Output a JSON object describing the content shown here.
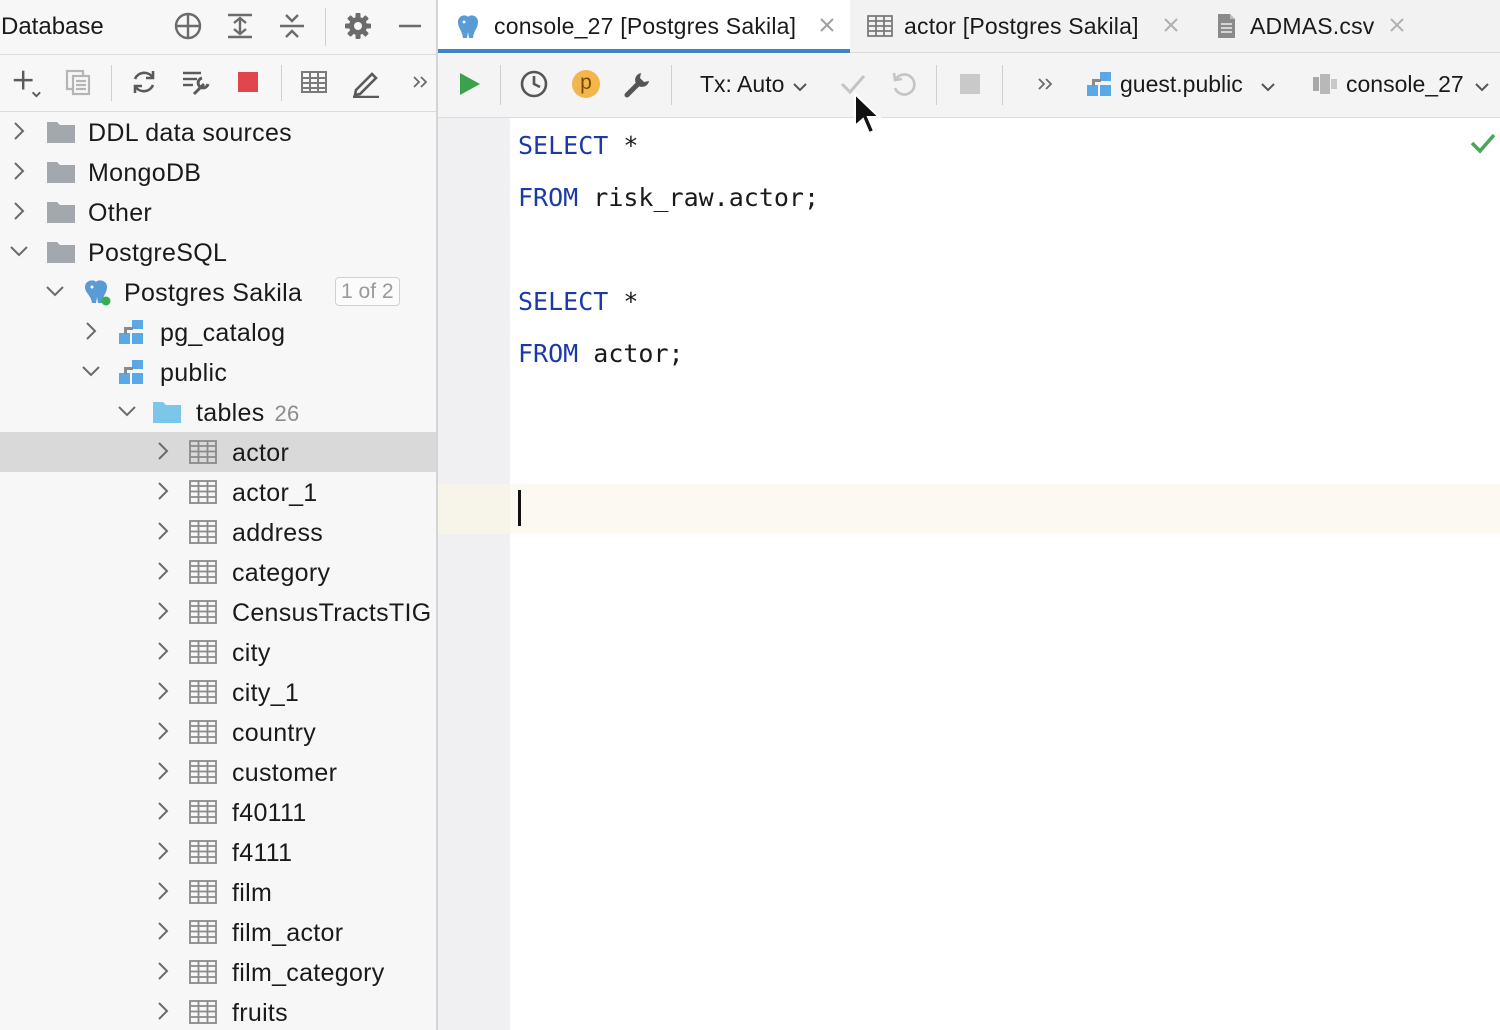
{
  "panel": {
    "title": "Database"
  },
  "tree": {
    "items": [
      {
        "label": "DDL data sources",
        "expanded": false
      },
      {
        "label": "MongoDB",
        "expanded": false
      },
      {
        "label": "Other",
        "expanded": false
      },
      {
        "label": "PostgreSQL",
        "expanded": true
      },
      {
        "label": "Postgres Sakila",
        "badge": "1 of 2",
        "expanded": true
      },
      {
        "label": "pg_catalog",
        "expanded": false
      },
      {
        "label": "public",
        "expanded": true
      },
      {
        "label": "tables",
        "count": "26",
        "expanded": true
      },
      {
        "label": "actor",
        "selected": true
      },
      {
        "label": "actor_1"
      },
      {
        "label": "address"
      },
      {
        "label": "category"
      },
      {
        "label": "CensusTractsTIG"
      },
      {
        "label": "city"
      },
      {
        "label": "city_1"
      },
      {
        "label": "country"
      },
      {
        "label": "customer"
      },
      {
        "label": "f40111"
      },
      {
        "label": "f4111"
      },
      {
        "label": "film"
      },
      {
        "label": "film_actor"
      },
      {
        "label": "film_category"
      },
      {
        "label": "fruits"
      }
    ]
  },
  "tabs": [
    {
      "label": "console_27 [Postgres Sakila]",
      "icon": "postgres-elephant-icon",
      "active": true
    },
    {
      "label": "actor [Postgres Sakila]",
      "icon": "table-icon",
      "active": false
    },
    {
      "label": "ADMAS.csv",
      "icon": "csv-file-icon",
      "active": false
    }
  ],
  "editor_toolbar": {
    "tx_mode": "Tx: Auto",
    "schema": "guest.public",
    "session": "console_27",
    "p_badge": "p",
    "more": "»"
  },
  "editor": {
    "lines": [
      {
        "kw": "SELECT",
        "rest": " *"
      },
      {
        "kw": "FROM",
        "rest": " risk_raw.actor;"
      },
      {
        "kw": "SELECT",
        "rest": " *"
      },
      {
        "kw": "FROM",
        "rest": " actor;"
      }
    ]
  },
  "colors": {
    "accent": "#4083c9",
    "run_green": "#3aa24a",
    "stop_red": "#e0474c",
    "keyword_blue": "#1b3aa8",
    "check_green": "#4ca65a"
  }
}
